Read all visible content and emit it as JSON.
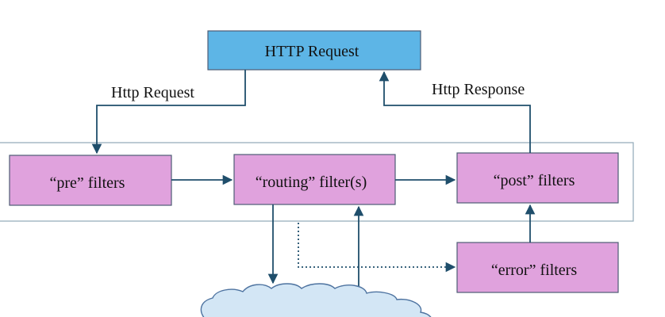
{
  "colors": {
    "http_box_fill": "#5DB5E6",
    "filter_box_fill": "#E0A2DD",
    "box_stroke": "#4E5C75",
    "arrow": "#1F4E6B",
    "container_stroke": "#8FA8B8",
    "cloud_fill": "#D3E6F5",
    "cloud_stroke": "#4E73A0"
  },
  "nodes": {
    "http_request_box": "HTTP Request",
    "pre_filters": "“pre” filters",
    "routing_filters": "“routing” filter(s)",
    "post_filters": "“post” filters",
    "error_filters": "“error” filters"
  },
  "edges": {
    "request_label": "Http Request",
    "response_label": "Http Response"
  }
}
